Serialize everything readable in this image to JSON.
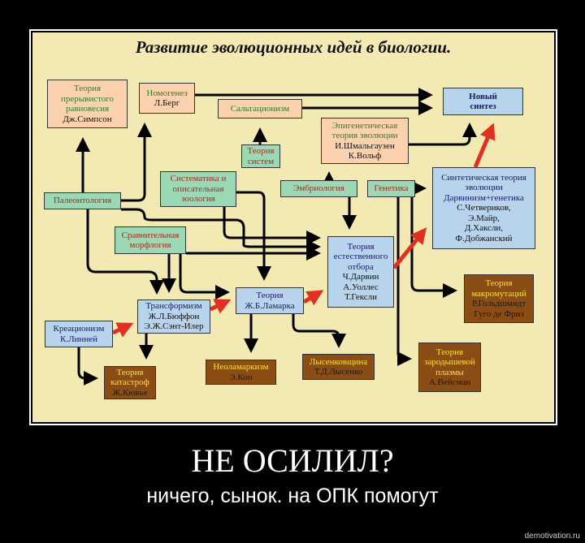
{
  "poster": {
    "diagram_title": "Развитие эволюционных идей в биологии.",
    "headline": "НЕ ОСИЛИЛ?",
    "subtitle": "ничего, сынок. на ОПК помогут",
    "site": "demotivation.ru"
  },
  "boxes": {
    "punctuated": [
      "Теория",
      "прерывистого",
      "равновесия",
      "Дж.Симпсон"
    ],
    "nomogenesis": [
      "Номогенез",
      "Л.Берг"
    ],
    "saltationism": [
      "Сальтационизм"
    ],
    "new_synthesis": [
      "Новый",
      "синтез"
    ],
    "epigenetic": [
      "Эпигенетическая",
      "теория эволюции",
      "И.Шмальгаузен",
      "К.Вольф"
    ],
    "systems": [
      "Теория",
      "систем"
    ],
    "systematics": [
      "Систематика и",
      "описательная",
      "зоология"
    ],
    "paleontology": [
      "Палеонтология"
    ],
    "embryology": [
      "Эмбриология"
    ],
    "genetics": [
      "Генетика"
    ],
    "synthetic": [
      "Синтетическая теория",
      "эволюции",
      "Дарвинизм+генетика",
      "С.Четвериков,",
      "Э.Майр,",
      "Д.Хаксли,",
      "Ф.Добжанский"
    ],
    "morphology": [
      "Сравнительная",
      "морфлогия"
    ],
    "natural_selection": [
      "Теория",
      "естественного",
      "отбора",
      "Ч.Дарвин",
      "А.Уоллес",
      "Т.Гексли"
    ],
    "lamarck": [
      "Теория",
      "Ж.Б.Ламарка"
    ],
    "transformism": [
      "Трансформизм",
      "Ж.Л.Бюффон",
      "Э.Ж.Сэнт-Илер"
    ],
    "creationism": [
      "Креационизм",
      "К.Линней"
    ],
    "catastrophes": [
      "Теория",
      "катастроф",
      "Ж.Кювье"
    ],
    "neolamarckism": [
      "Неоламаркизм",
      "Э.Коп"
    ],
    "lysenko": [
      "Лысенковщина",
      "Т.Д.Лысенко"
    ],
    "macromutations": [
      "Теория",
      "макромутаций",
      "Р.Гольдшмидт",
      "Гуго де Фриз"
    ],
    "germ_plasm": [
      "Теория",
      "зародышевой",
      "плазмы",
      "А.Вейсман"
    ]
  },
  "colors": {
    "background": "#f3eab3",
    "peach": "#fcd1ae",
    "green": "#9ad8b6",
    "blue": "#b8d3ec",
    "brown": "#8b4d14",
    "red_arrow": "#e03020"
  }
}
